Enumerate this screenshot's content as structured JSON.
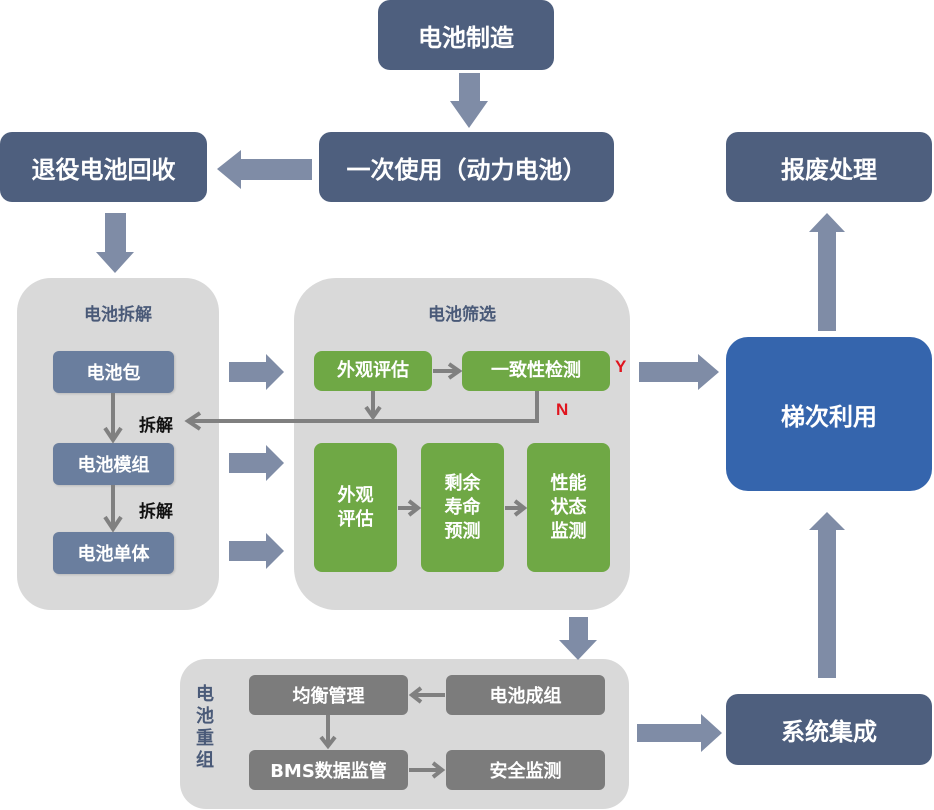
{
  "diagram": {
    "title": "动力电池梯次利用流程",
    "colors": {
      "navy_box": "#4e5f7e",
      "blue_box": "#3565ad",
      "panel_bg": "#d9d9d9",
      "slate_box": "#6a7e9e",
      "green_box": "#6fa845",
      "dark_gray_box": "#7c7c7c",
      "block_arrow": "#7f8ca6",
      "thin_arrow": "#808080",
      "yn_label": "#e0141e"
    },
    "top_flow": {
      "manufacture": "电池制造",
      "first_use": "一次使用（动力电池）",
      "recycle": "退役电池回收",
      "scrap": "报废处理"
    },
    "disassembly": {
      "title": "电池拆解",
      "items": [
        "电池包",
        "电池模组",
        "电池单体"
      ],
      "step_label_1": "拆解",
      "step_label_2": "拆解"
    },
    "screening": {
      "title": "电池筛选",
      "row1": [
        "外观评估",
        "一致性检测"
      ],
      "yes_label": "Y",
      "no_label": "N",
      "row2": [
        {
          "lines": [
            "外观",
            "评估"
          ]
        },
        {
          "lines": [
            "剩余",
            "寿命",
            "预测"
          ]
        },
        {
          "lines": [
            "性能",
            "状态",
            "监测"
          ]
        }
      ]
    },
    "cascade_use": "梯次利用",
    "regroup": {
      "title_chars": [
        "电",
        "池",
        "重",
        "组"
      ],
      "balance": "均衡管理",
      "grouping": "电池成组",
      "bms": "BMS数据监管",
      "safety": "安全监测"
    },
    "system_integration": "系统集成"
  }
}
